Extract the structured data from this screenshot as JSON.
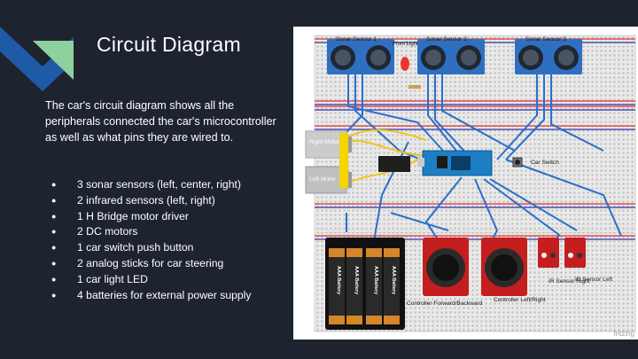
{
  "slide": {
    "title": "Circuit Diagram",
    "intro": "The car's circuit diagram shows all the peripherals connected the car's microcontroller as well as what pins they are wired to.",
    "bullets": [
      "3 sonar sensors (left, center, right)",
      "2 infrared sensors (left, right)",
      "1 H Bridge motor driver",
      "2 DC motors",
      "1 car switch push button",
      "2 analog sticks for car steering",
      "1 car light LED",
      "4 batteries for external power supply"
    ],
    "colors": {
      "background": "#1e2330",
      "accent_blue": "#1f5aa6",
      "accent_green": "#8fd19e"
    }
  },
  "diagram": {
    "labels": {
      "sonar_left": "Sonar Sensor 1",
      "sonar_center": "Sonar Sensor 2",
      "sonar_right": "Sonar Sensor 3",
      "front_light": "Front Light",
      "right_motor": "Right Motor",
      "left_motor": "Left Motor",
      "car_switch": "Car Switch",
      "ir_right": "IR Sensor Right",
      "ir_left": "IR Sensor Left",
      "controller_fb": "Controller Forward/Backward",
      "controller_lr": "Controller Left/Right",
      "watermark": "fritzing"
    },
    "battery_labels": [
      "AAA Battery",
      "AAA Battery",
      "AAA Battery",
      "AAA Battery"
    ]
  }
}
